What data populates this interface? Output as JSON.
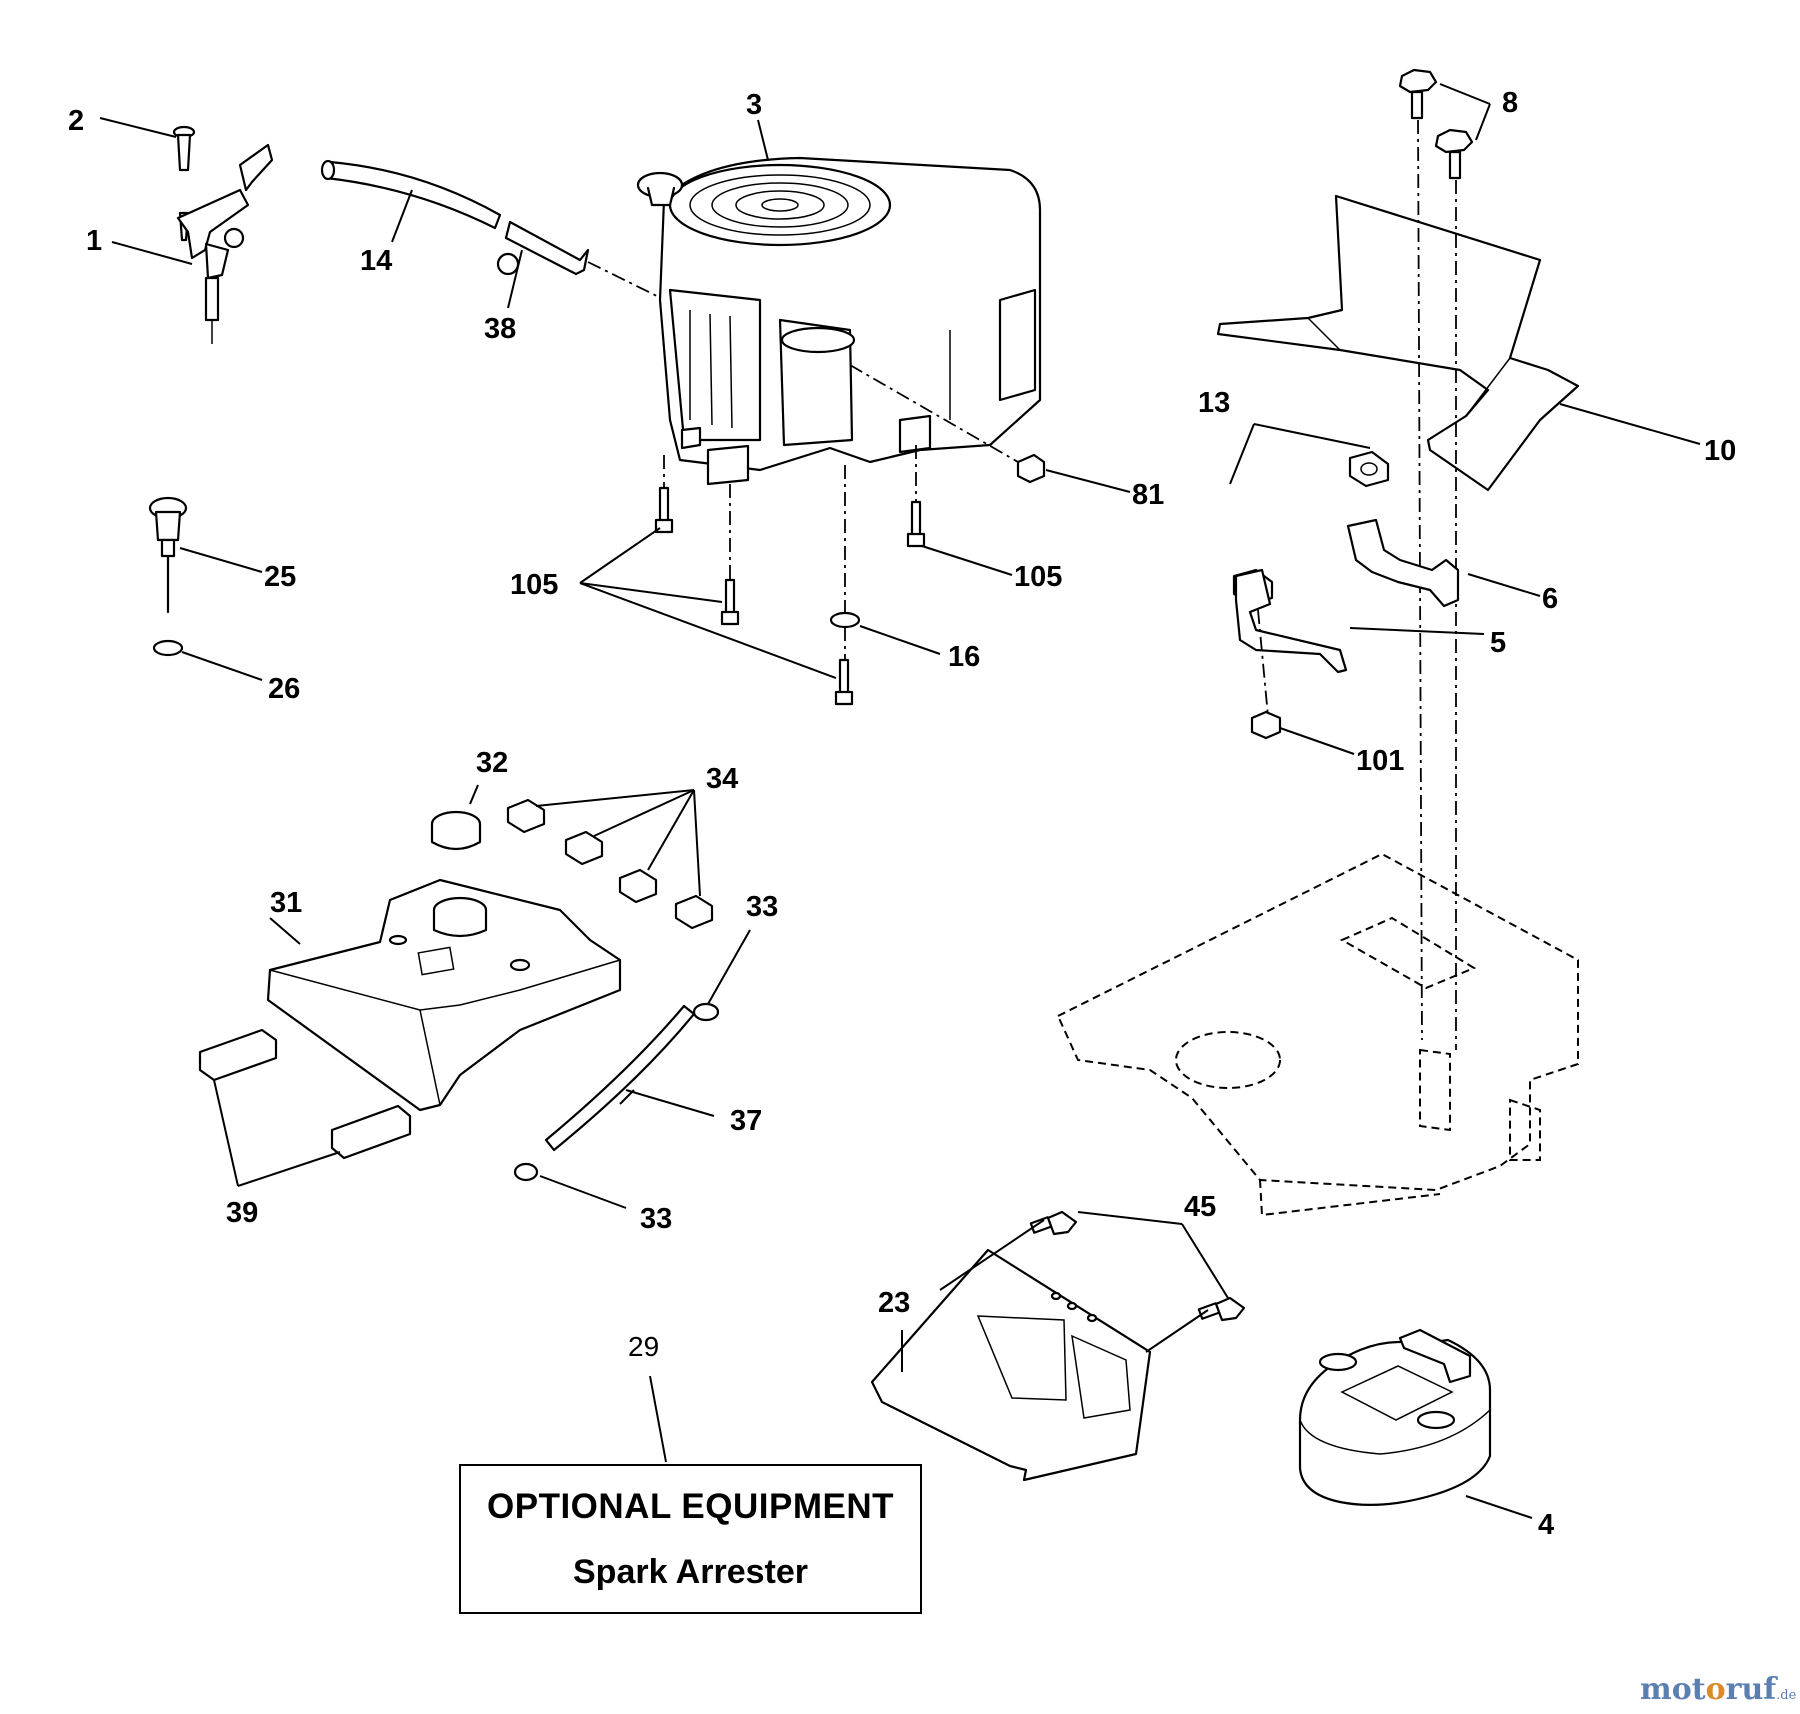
{
  "callouts": {
    "c1": "1",
    "c2": "2",
    "c3": "3",
    "c4": "4",
    "c5": "5",
    "c6": "6",
    "c8": "8",
    "c10": "10",
    "c13": "13",
    "c14": "14",
    "c16": "16",
    "c23": "23",
    "c25": "25",
    "c26": "26",
    "c29": "29",
    "c31": "31",
    "c32": "32",
    "c33a": "33",
    "c33b": "33",
    "c34": "34",
    "c37": "37",
    "c38": "38",
    "c39": "39",
    "c45": "45",
    "c81": "81",
    "c101": "101",
    "c105a": "105",
    "c105b": "105"
  },
  "optional_box": {
    "title": "OPTIONAL EQUIPMENT",
    "subtitle": "Spark Arrester"
  },
  "watermark": {
    "part1": "mot",
    "part2": "o",
    "part3": "ruf",
    "tld": ".de"
  }
}
